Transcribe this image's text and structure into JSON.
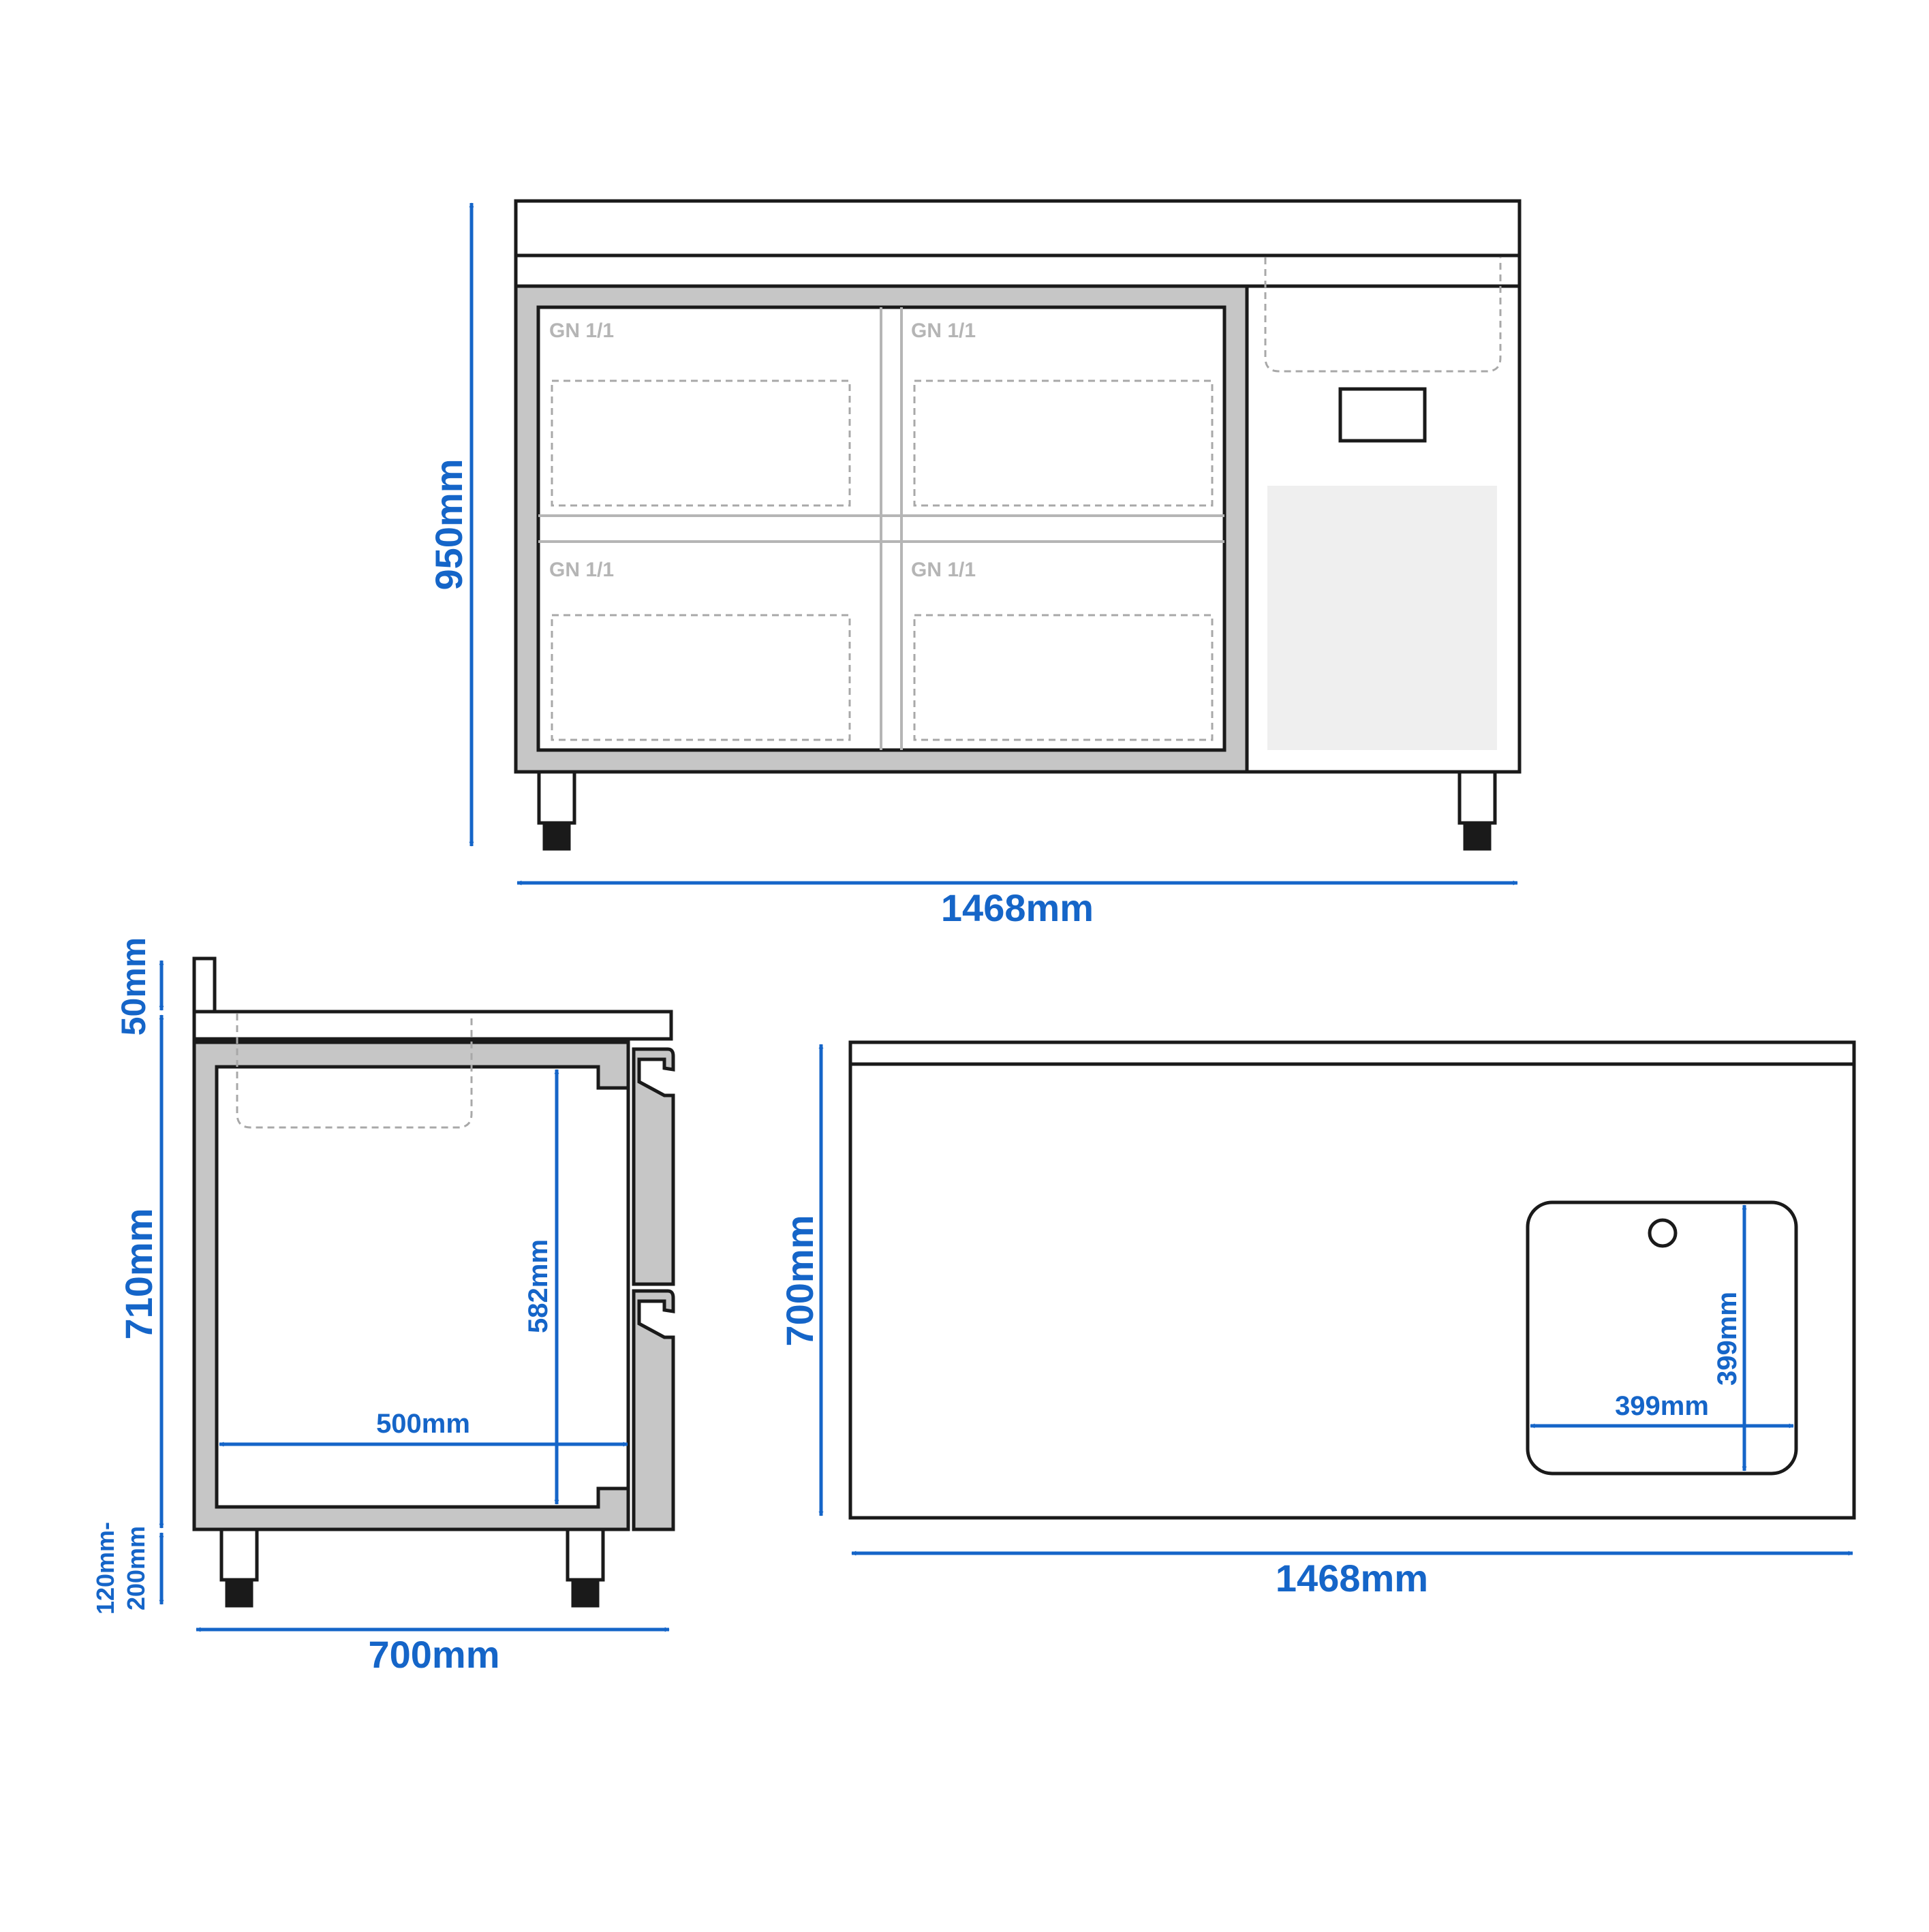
{
  "colors": {
    "dimension": "#1565c8",
    "outline": "#1a1a1a",
    "frame_fill": "#c6c6c6",
    "panel_fill": "#efefef",
    "dashed": "#a8a8a8",
    "label_grey": "#b5b5b5"
  },
  "front_view": {
    "height_label": "950mm",
    "width_label": "1468mm",
    "gn_labels": [
      "GN 1/1",
      "GN 1/1",
      "GN 1/1",
      "GN 1/1"
    ]
  },
  "side_view": {
    "backsplash_label": "50mm",
    "body_height_label": "710mm",
    "leg_height_label": "120mm- 200mm",
    "leg_height_line1": "120mm-",
    "leg_height_line2": "200mm",
    "interior_height_label": "582mm",
    "interior_depth_label": "500mm",
    "depth_label": "700mm"
  },
  "top_view": {
    "depth_label": "700mm",
    "width_label": "1468mm",
    "sink_width_label": "399mm",
    "sink_depth_label": "399mm"
  }
}
